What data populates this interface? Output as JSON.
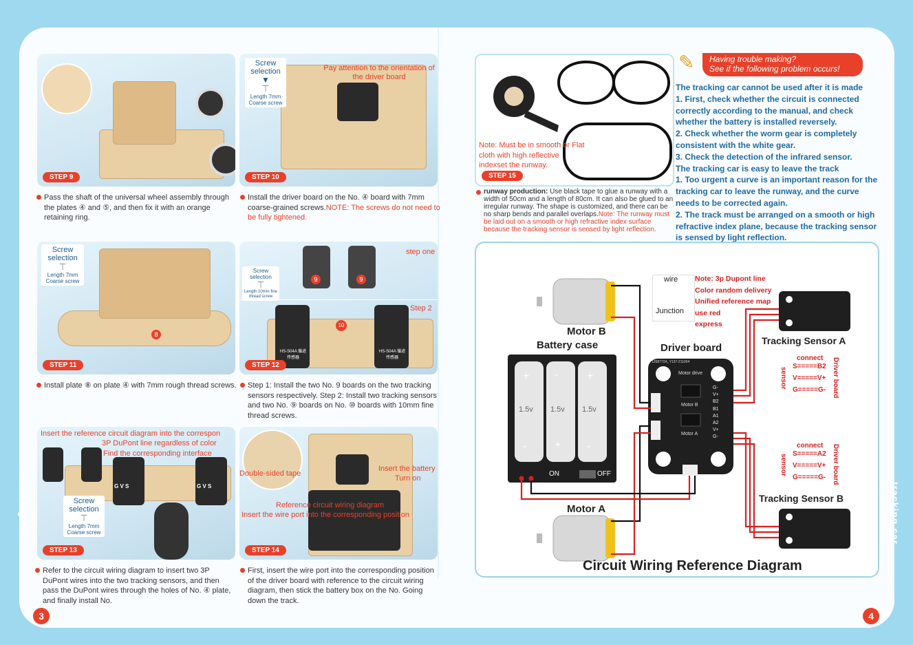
{
  "side_tag": "tracking car",
  "page_left_number": "3",
  "page_right_number": "4",
  "steps": [
    {
      "label": "STEP 9",
      "caption": "Pass the shaft of the universal wheel assembly through the plates ④ and ⑤, and then fix it with an orange retaining ring."
    },
    {
      "label": "STEP 10",
      "screw_title": "Screw selection",
      "screw_sub": "Length 7mm Coarse screw",
      "note": "Pay attention to the orientation of the driver board",
      "caption": "Install the driver board on the No. ④ board with 7mm coarse-grained screws.",
      "caption_red": "NOTE: The screws do not need to be fully tightened."
    },
    {
      "label": "STEP 11",
      "screw_title": "Screw selection",
      "screw_sub": "Length 7mm Coarse screw",
      "plate_num": "8",
      "caption": "Install plate ⑧ on plate ④ with 7mm rough thread screws."
    },
    {
      "label": "STEP 12",
      "screw_title": "Screw selection",
      "screw_sub": "Length 10mm fine thread screw",
      "step_one": "step one",
      "step_two": "Step 2",
      "num9": "9",
      "num10": "10",
      "sensor_label": "HS-S04A 循迹传感器",
      "caption": "Step 1: Install the two No. 9 boards on the two tracking sensors respectively. Step 2: Install two tracking sensors and two No. ⑨ boards on No. ⑩ boards with 10mm fine thread screws."
    },
    {
      "label": "STEP 13",
      "note1": "Insert the reference circuit diagram into the correspon",
      "note2": "3P DuPont line regardless of color",
      "note3": "Find the corresponding interface",
      "gvs": "G V S",
      "screw_title": "Screw selection",
      "screw_sub": "Length 7mm Coarse screw",
      "caption": "Refer to the circuit wiring diagram to insert two 3P DuPont wires into the two tracking sensors, and then pass the DuPont wires through the holes of No. ④ plate, and finally install No."
    },
    {
      "label": "STEP 14",
      "note1": "Double-sided tape",
      "note2": "Insert the battery",
      "note3": "Turn on",
      "note4": "Reference circuit wiring diagram",
      "note5": "Insert the wire port into the corresponding position",
      "caption": "First, insert the wire port into the corresponding position of the driver board with reference to the circuit wiring diagram, then stick the battery box on the No. Going down the track."
    },
    {
      "label": "STEP 15",
      "note": "Note: Must be in smooth or Flat cloth with high reflective indexset the runway.",
      "caption_bold": "runway production:",
      "caption": " Use black tape to glue a runway with a width of 50cm and a length of 80cm. It can also be glued to an irregular runway. The shape is customized, and there can be no sharp bends and parallel overlaps.",
      "caption_red": "Note: The runway must be laid out on a smooth or high refractive index surface because the tracking sensor is sensed by light reflection."
    }
  ],
  "trouble": {
    "heading1": "Having trouble making?",
    "heading2": "See if the following problem occurs!",
    "lines": [
      "The tracking car cannot be used after it is made",
      "1. First, check whether the circuit is connected correctly according to the manual, and check whether the battery is installed reversely.",
      "2. Check whether the worm gear is completely consistent with the white gear.",
      "3. Check the detection of the infrared sensor.",
      "The tracking car is easy to leave the track",
      "1. Too urgent a curve is an important reason for the tracking car to leave the runway, and the curve needs to be corrected again.",
      "2. The track must be arranged on a smooth or high refractive index plane, because the tracking sensor is sensed by light reflection."
    ]
  },
  "diagram": {
    "title": "Circuit Wiring Reference Diagram",
    "motor_b": "Motor B",
    "motor_a": "Motor A",
    "battery_case": "Battery case",
    "driver_board": "Driver board",
    "tracking_a": "Tracking Sensor A",
    "tracking_b": "Tracking Sensor B",
    "legend_wire": "wire",
    "legend_junction": "Junction",
    "legend_note": [
      "Note: 3p Dupont line",
      "Color random delivery",
      "Unified reference map",
      "use red",
      "express"
    ],
    "battery_voltage": "1.5v",
    "switch_on": "ON",
    "switch_off": "OFF",
    "board_code": "1268772A_Y137-211004",
    "board_sub": "Motor drive",
    "pins": [
      "G-",
      "V+",
      "B2",
      "B1",
      "A1",
      "A2",
      "V+",
      "G-"
    ],
    "motor_b_port": "Motor B",
    "motor_a_port": "Motor A",
    "conn_a": {
      "connect": "connect",
      "sensor": "sensor",
      "board": "Driver board",
      "lines": [
        "S=====B2",
        "V=====V+",
        "G=====G-"
      ]
    },
    "conn_b": {
      "connect": "connect",
      "sensor": "sensor",
      "board": "Driver board",
      "lines": [
        "S=====A2",
        "V=====V+",
        "G=====G-"
      ]
    }
  }
}
